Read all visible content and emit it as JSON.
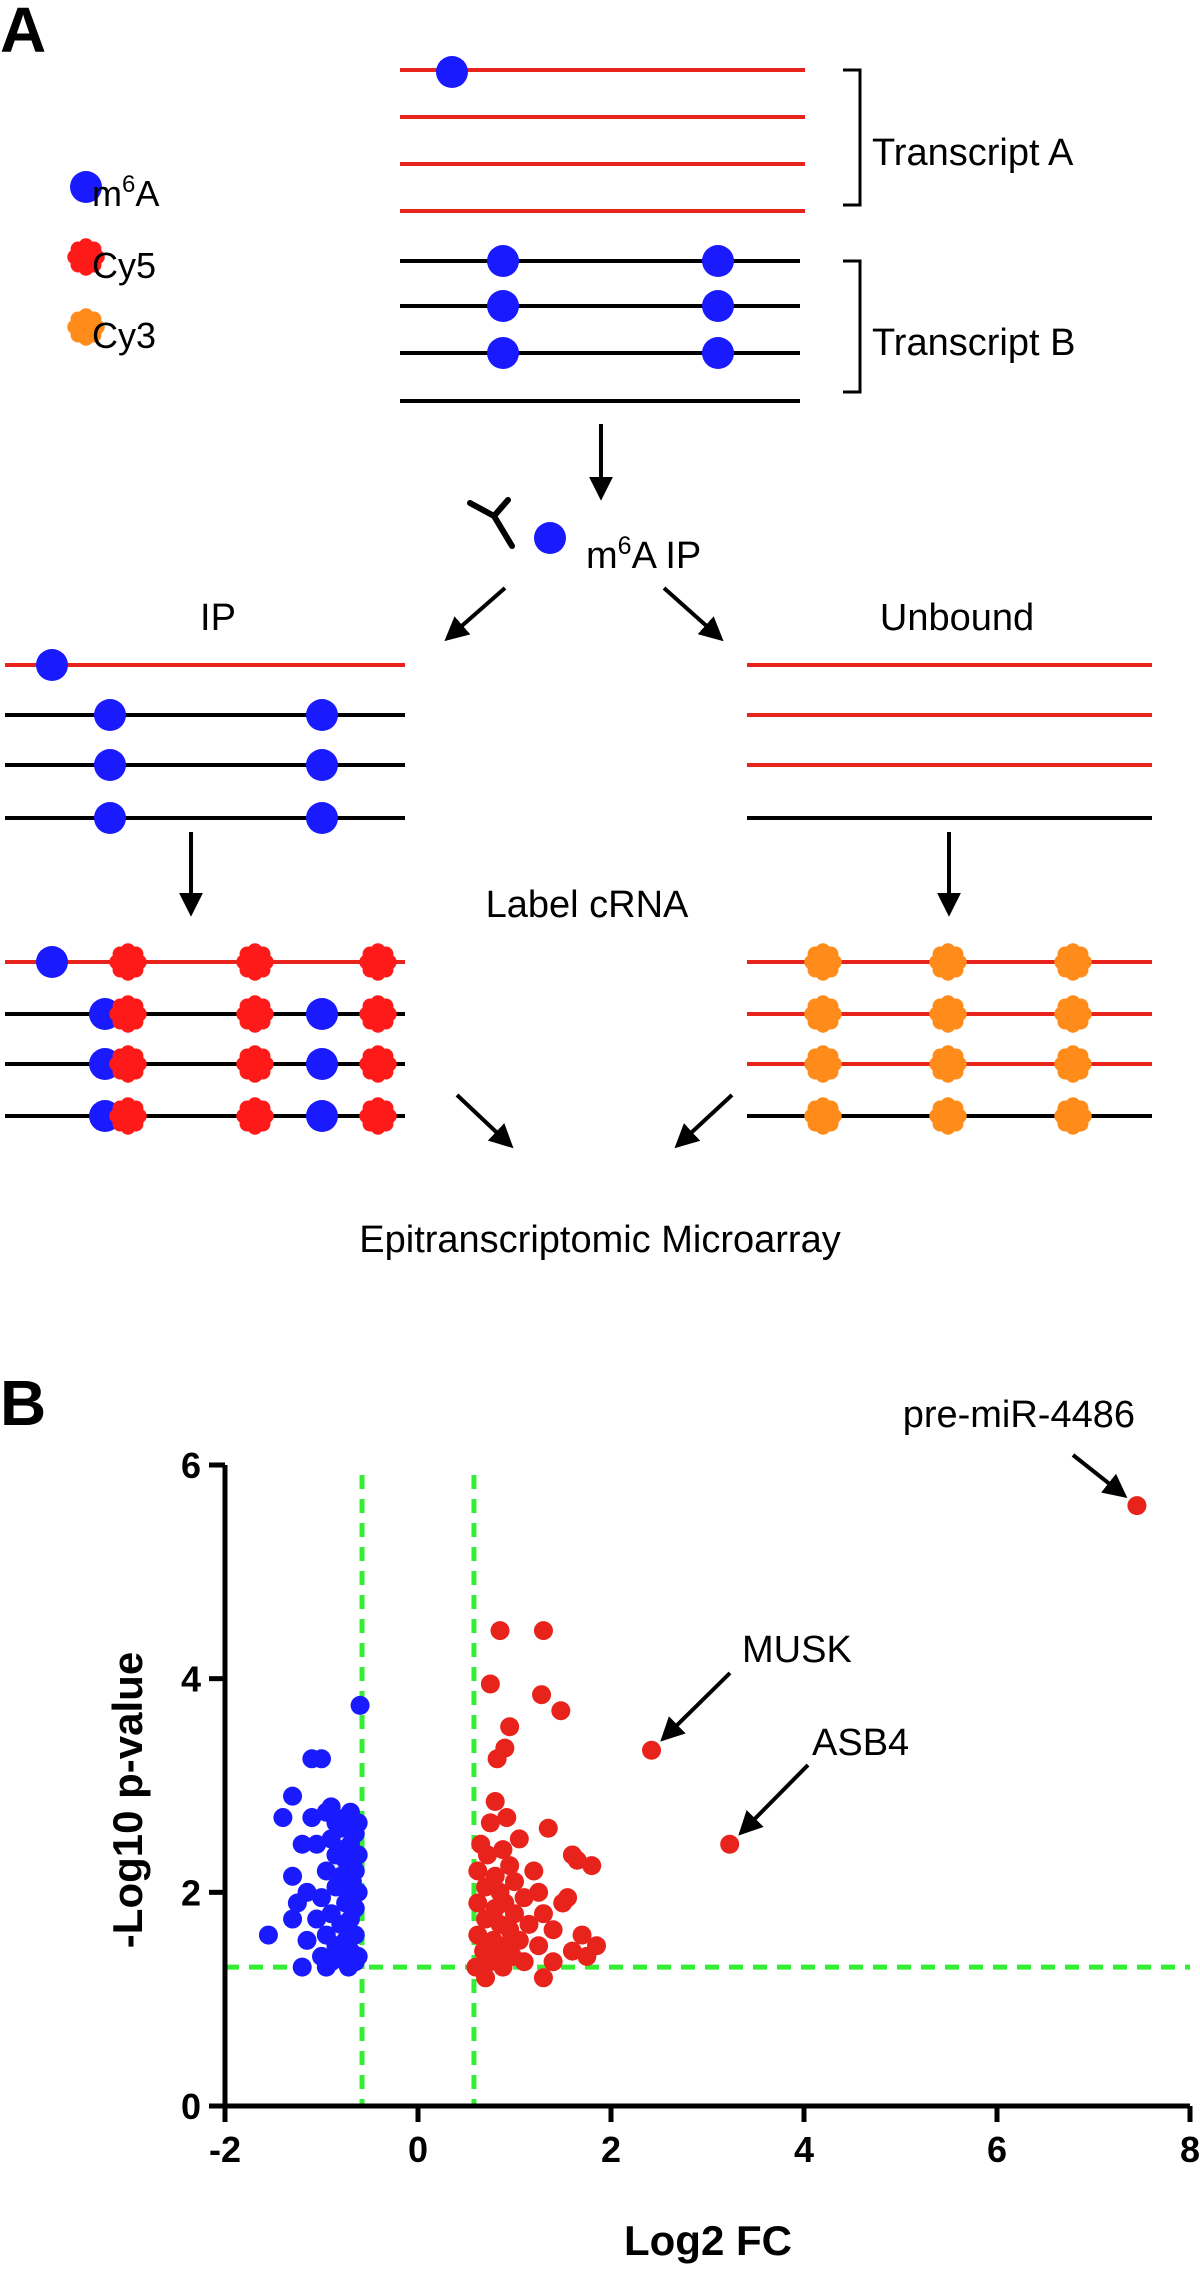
{
  "panel_a": {
    "letter": "A",
    "legend": [
      {
        "label_pre": "m",
        "label_sup": "6",
        "label_post": "A",
        "marker": "circle",
        "color": "#1a1aff"
      },
      {
        "label_pre": "Cy5",
        "label_sup": "",
        "label_post": "",
        "marker": "flower",
        "color": "#ff1a1a"
      },
      {
        "label_pre": "Cy3",
        "label_sup": "",
        "label_post": "",
        "marker": "flower",
        "color": "#ff8c1a"
      }
    ],
    "transcript_a": "Transcript A",
    "transcript_b": "Transcript B",
    "ip_step": {
      "pre": "m",
      "sup": "6",
      "post": "A IP"
    },
    "ip_label": "IP",
    "unbound_label": "Unbound",
    "label_step": "Label cRNA",
    "result": "Epitranscriptomic Microarray",
    "colors": {
      "transcript_a": "#e8231c",
      "transcript_b": "#000000",
      "m6a": "#1a1aff",
      "cy5": "#ff1a1a",
      "cy3": "#ff8c1a"
    }
  },
  "panel_b": {
    "letter": "B",
    "chart_data": {
      "type": "scatter",
      "xlabel": "Log2 FC",
      "ylabel": "-Log10 p-value",
      "xlim": [
        -2,
        8
      ],
      "ylim": [
        0,
        6
      ],
      "x_ticks": [
        "-2",
        "0",
        "2",
        "4",
        "6",
        "8"
      ],
      "y_ticks": [
        "0",
        "2",
        "4",
        "6"
      ],
      "thresholds": {
        "log2fc_low": -0.58,
        "log2fc_high": 0.58,
        "neglog10p": 1.3
      },
      "threshold_color": "#33ee33",
      "series": [
        {
          "color": "#1a1aff",
          "points": [
            [
              -1.55,
              1.6
            ],
            [
              -1.3,
              1.75
            ],
            [
              -1.3,
              2.15
            ],
            [
              -1.25,
              1.9
            ],
            [
              -1.2,
              2.45
            ],
            [
              -1.15,
              2.0
            ],
            [
              -1.3,
              2.9
            ],
            [
              -1.1,
              3.25
            ],
            [
              -1.0,
              3.25
            ],
            [
              -1.4,
              2.7
            ],
            [
              -1.1,
              2.7
            ],
            [
              -1.05,
              2.45
            ],
            [
              -1.0,
              1.4
            ],
            [
              -1.0,
              1.95
            ],
            [
              -0.95,
              1.6
            ],
            [
              -0.95,
              2.2
            ],
            [
              -0.95,
              2.75
            ],
            [
              -0.9,
              1.35
            ],
            [
              -0.9,
              1.8
            ],
            [
              -0.9,
              2.5
            ],
            [
              -0.9,
              2.8
            ],
            [
              -0.85,
              1.5
            ],
            [
              -0.85,
              2.05
            ],
            [
              -0.85,
              2.35
            ],
            [
              -0.8,
              1.4
            ],
            [
              -0.8,
              1.7
            ],
            [
              -0.8,
              2.15
            ],
            [
              -0.8,
              2.6
            ],
            [
              -0.75,
              1.35
            ],
            [
              -0.75,
              1.55
            ],
            [
              -0.75,
              1.9
            ],
            [
              -0.75,
              2.3
            ],
            [
              -0.75,
              2.7
            ],
            [
              -0.7,
              1.45
            ],
            [
              -0.7,
              1.75
            ],
            [
              -0.7,
              2.0
            ],
            [
              -0.7,
              2.45
            ],
            [
              -0.7,
              2.75
            ],
            [
              -0.65,
              1.35
            ],
            [
              -0.65,
              1.6
            ],
            [
              -0.65,
              1.85
            ],
            [
              -0.65,
              2.2
            ],
            [
              -0.65,
              2.55
            ],
            [
              -0.62,
              1.4
            ],
            [
              -0.62,
              2.0
            ],
            [
              -0.62,
              2.35
            ],
            [
              -0.62,
              2.65
            ],
            [
              -0.6,
              3.75
            ],
            [
              -1.15,
              1.55
            ],
            [
              -1.2,
              1.3
            ],
            [
              -0.95,
              1.3
            ],
            [
              -0.72,
              1.3
            ],
            [
              -0.85,
              2.65
            ],
            [
              -1.05,
              1.75
            ],
            [
              -0.8,
              2.4
            ],
            [
              -0.68,
              2.1
            ]
          ]
        },
        {
          "color": "#e8231c",
          "points": [
            [
              0.6,
              1.3
            ],
            [
              0.62,
              1.6
            ],
            [
              0.62,
              1.9
            ],
            [
              0.62,
              2.2
            ],
            [
              0.65,
              2.45
            ],
            [
              0.68,
              1.45
            ],
            [
              0.7,
              1.75
            ],
            [
              0.7,
              2.05
            ],
            [
              0.72,
              2.35
            ],
            [
              0.75,
              1.35
            ],
            [
              0.75,
              2.65
            ],
            [
              0.78,
              1.55
            ],
            [
              0.8,
              1.85
            ],
            [
              0.8,
              2.15
            ],
            [
              0.8,
              2.85
            ],
            [
              0.82,
              1.4
            ],
            [
              0.82,
              3.25
            ],
            [
              0.85,
              1.7
            ],
            [
              0.85,
              2.0
            ],
            [
              0.88,
              1.3
            ],
            [
              0.88,
              2.4
            ],
            [
              0.9,
              1.5
            ],
            [
              0.9,
              1.9
            ],
            [
              0.9,
              3.35
            ],
            [
              0.92,
              2.7
            ],
            [
              0.95,
              1.65
            ],
            [
              0.95,
              2.25
            ],
            [
              0.95,
              3.55
            ],
            [
              0.98,
              1.4
            ],
            [
              1.0,
              1.8
            ],
            [
              1.0,
              2.1
            ],
            [
              1.05,
              1.55
            ],
            [
              1.05,
              2.5
            ],
            [
              1.1,
              1.95
            ],
            [
              1.1,
              1.35
            ],
            [
              1.15,
              1.7
            ],
            [
              1.2,
              2.2
            ],
            [
              1.25,
              1.5
            ],
            [
              1.25,
              2.0
            ],
            [
              1.3,
              1.8
            ],
            [
              1.35,
              2.6
            ],
            [
              1.4,
              1.35
            ],
            [
              1.4,
              1.65
            ],
            [
              1.5,
              1.9
            ],
            [
              1.6,
              1.45
            ],
            [
              1.65,
              2.3
            ],
            [
              1.7,
              1.6
            ],
            [
              1.75,
              1.4
            ],
            [
              1.8,
              2.25
            ],
            [
              1.85,
              1.5
            ],
            [
              0.75,
              3.95
            ],
            [
              0.85,
              4.45
            ],
            [
              1.3,
              4.45
            ],
            [
              1.28,
              3.85
            ],
            [
              1.48,
              3.7
            ],
            [
              0.7,
              1.2
            ],
            [
              1.55,
              1.95
            ],
            [
              1.6,
              2.35
            ],
            [
              1.3,
              1.2
            ],
            [
              2.42,
              3.33
            ],
            [
              3.23,
              2.45
            ],
            [
              7.45,
              5.62
            ]
          ]
        }
      ]
    },
    "annotations": [
      {
        "label": "pre-miR-4486",
        "x": 7.45,
        "y": 5.62
      },
      {
        "label": "MUSK",
        "x": 2.42,
        "y": 3.33
      },
      {
        "label": "ASB4",
        "x": 3.23,
        "y": 2.45
      }
    ]
  }
}
